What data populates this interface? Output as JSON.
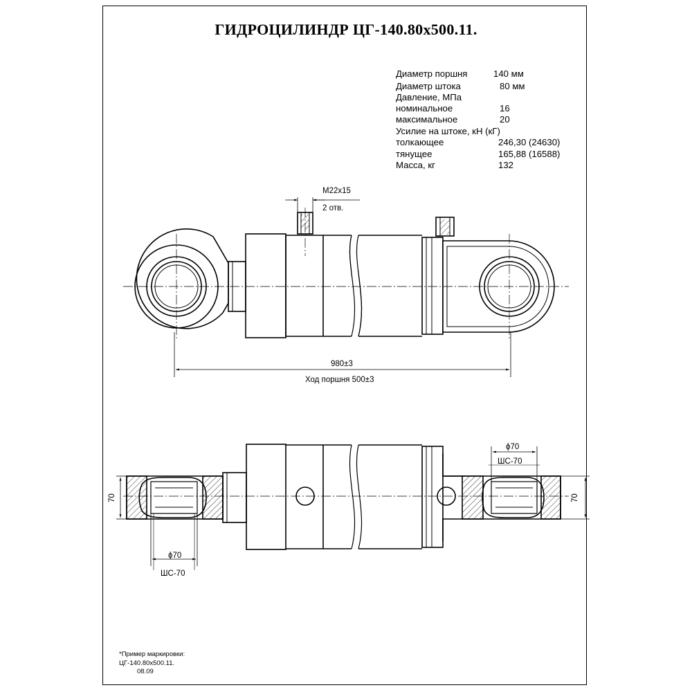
{
  "title": "ГИДРОЦИЛИНДР ЦГ-140.80х500.11.",
  "specs": [
    {
      "label": "Диаметр поршня",
      "value": "140 мм"
    },
    {
      "label": "Диаметр штока",
      "value": "80 мм"
    },
    {
      "label": "Давление, МПа",
      "value": ""
    },
    {
      "label": "номинальное",
      "value": "16"
    },
    {
      "label": "максимальное",
      "value": "20"
    },
    {
      "label": "Усилие на штоке, кН (кГ)",
      "value": ""
    },
    {
      "label": "толкающее",
      "value": "246,30 (24630)"
    },
    {
      "label": "тянущее",
      "value": "165,88 (16588)"
    },
    {
      "label": "Масса, кг",
      "value": "132"
    }
  ],
  "dimensions": {
    "port_thread": "М22х15",
    "port_count": "2 отв.",
    "length": "980±3",
    "stroke": "Ход поршня 500±3",
    "bore_left": "ϕ70",
    "bearing_left": "ШС-70",
    "bore_right": "ϕ70",
    "bearing_right": "ШС-70",
    "width_left": "70",
    "width_right": "70"
  },
  "marking": {
    "header": "*Пример маркировки:",
    "line1": "ЦГ-140.80х500.11.",
    "line2": "08.09"
  }
}
